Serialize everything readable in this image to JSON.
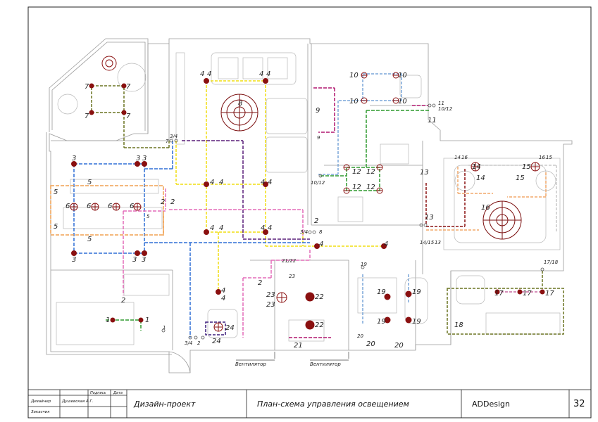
{
  "title_block": {
    "project_type": "Дизайн-проект",
    "sheet_title": "План-схема управления освещением",
    "company": "ADDesign",
    "sheet_number": "32",
    "hdr_signature": "Подпись",
    "hdr_date": "Дата",
    "role_designer": "Дизайнер",
    "designer_name": "Душевская А.Г.",
    "role_client": "Заказчик"
  },
  "notes": {
    "fan_left": "Вентилятор",
    "fan_right": "Вентилятор"
  },
  "colors": {
    "yellow": "#f5e60f",
    "blue": "#2f6fd6",
    "purple": "#6a2a8c",
    "pink": "#e36bb8",
    "green": "#3aa23a",
    "olive": "#6f7a23",
    "orange": "#f0a050",
    "magenta": "#b0156e",
    "lightblue": "#7aa6d8",
    "darkred": "#7a0d0d",
    "lamp": "#8a1010"
  },
  "fixture_labels": {
    "l7a": "7",
    "l7b": "7",
    "l7c": "7",
    "l7d": "7",
    "l4a": "4",
    "l4b": "4",
    "l4c": "4",
    "l4d": "4",
    "l4e": "4",
    "l4f": "4",
    "l4g": "4",
    "l4h": "4",
    "l4i": "4",
    "l4j": "4",
    "l4k": "4",
    "l4l": "4",
    "l4m": "4",
    "l4n": "4",
    "l4o": "4",
    "l4p": "4",
    "l8": "8",
    "l9": "9",
    "l9s": "9",
    "l10a": "10",
    "l10b": "10",
    "l10c": "10",
    "l10d": "10",
    "l11": "11",
    "l11s": "11",
    "l1012a": "10/12",
    "l1012b": "10/12",
    "l12a": "12",
    "l12b": "12",
    "l12c": "12",
    "l12d": "12",
    "l13a": "13",
    "l13b": "13",
    "l13c": "13",
    "l14a": "14",
    "l14b": "14",
    "l14c": "14",
    "l1415": "14/15",
    "l15a": "15",
    "l15b": "15",
    "l15c": "15",
    "l16a": "16",
    "l16b": "16",
    "l16c": "16",
    "l3a": "3",
    "l3b": "3",
    "l3c": "3",
    "l3d": "3",
    "l3e": "3",
    "l3f": "3",
    "l34a": "3/4",
    "l34b": "3/4",
    "l34c": "3/4",
    "l5a": "5",
    "l5b": "5",
    "l5c": "5",
    "l5d": "5",
    "l5e": "5",
    "l6a": "6",
    "l6b": "6",
    "l6c": "6",
    "l6d": "6",
    "l2a": "2",
    "l2b": "2",
    "l2c": "2",
    "l2d": "2",
    "l2e": "2",
    "l2f": "2",
    "l1a": "1",
    "l1b": "1",
    "l1c": "1",
    "l2122": "21/22",
    "l21": "21",
    "l22a": "22",
    "l22b": "22",
    "l23a": "23",
    "l23b": "23",
    "l23c": "23",
    "l24a": "24",
    "l24b": "24",
    "l19a": "19",
    "l19b": "19",
    "l19c": "19",
    "l19d": "19",
    "l19e": "19",
    "l20a": "20",
    "l20b": "20",
    "l20c": "20",
    "l1718": "17/18",
    "l17a": "17",
    "l17b": "17",
    "l17c": "17",
    "l18": "18",
    "l8s": "8",
    "l7s": "7"
  }
}
